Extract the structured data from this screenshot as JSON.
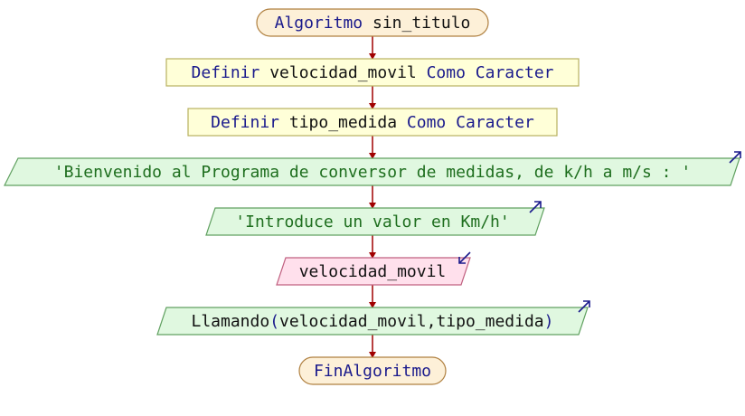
{
  "flowchart": {
    "start": {
      "kw": "Algoritmo",
      "name": "sin_titulo"
    },
    "def1": {
      "kw": "Definir",
      "var": "velocidad_movil",
      "kw2": "Como",
      "type": "Caracter"
    },
    "def2": {
      "kw": "Definir",
      "var": "tipo_medida",
      "kw2": "Como",
      "type": "Caracter"
    },
    "out1": {
      "text": "'Bienvenido al Programa de conversor de medidas, de k/h a m/s : '"
    },
    "out2": {
      "text": "'Introduce un valor en Km/h'"
    },
    "in1": {
      "var": "velocidad_movil"
    },
    "out3": {
      "func": "Llamando",
      "lparen": "(",
      "args": "velocidad_movil,tipo_medida",
      "rparen": ")"
    },
    "end": {
      "kw": "FinAlgoritmo"
    }
  },
  "colors": {
    "terminal_fill": "#fdf0d8",
    "terminal_stroke": "#b08040",
    "process_fill": "#ffffd8",
    "process_stroke": "#b8b060",
    "output_fill": "#e0f8e0",
    "output_stroke": "#60a060",
    "input_fill": "#ffe0ec",
    "input_stroke": "#c06080",
    "keyword": "#1a1a8c",
    "string": "#1e6e1e",
    "text": "#111111",
    "arrow": "#a00000",
    "io_arrow": "#1a1a8c"
  }
}
